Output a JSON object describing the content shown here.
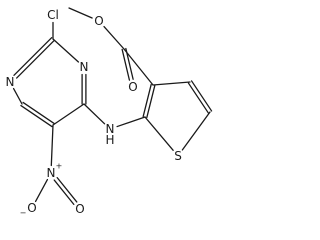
{
  "colors": {
    "ink": "#1a1a1a",
    "background": "#ffffff"
  },
  "molecule": {
    "atoms": {
      "chlorine": "Cl",
      "pyrimidine_n_upper": "N",
      "pyrimidine_n_left": "N",
      "amine_n": "N",
      "amine_h": "H",
      "nitro_n": "N",
      "nitro_n_charge": "+",
      "nitro_o_single": "O",
      "nitro_o_single_charge": "−",
      "nitro_o_double": "O",
      "sulfur": "S",
      "ester_o_single": "O",
      "ester_o_double": "O"
    }
  }
}
